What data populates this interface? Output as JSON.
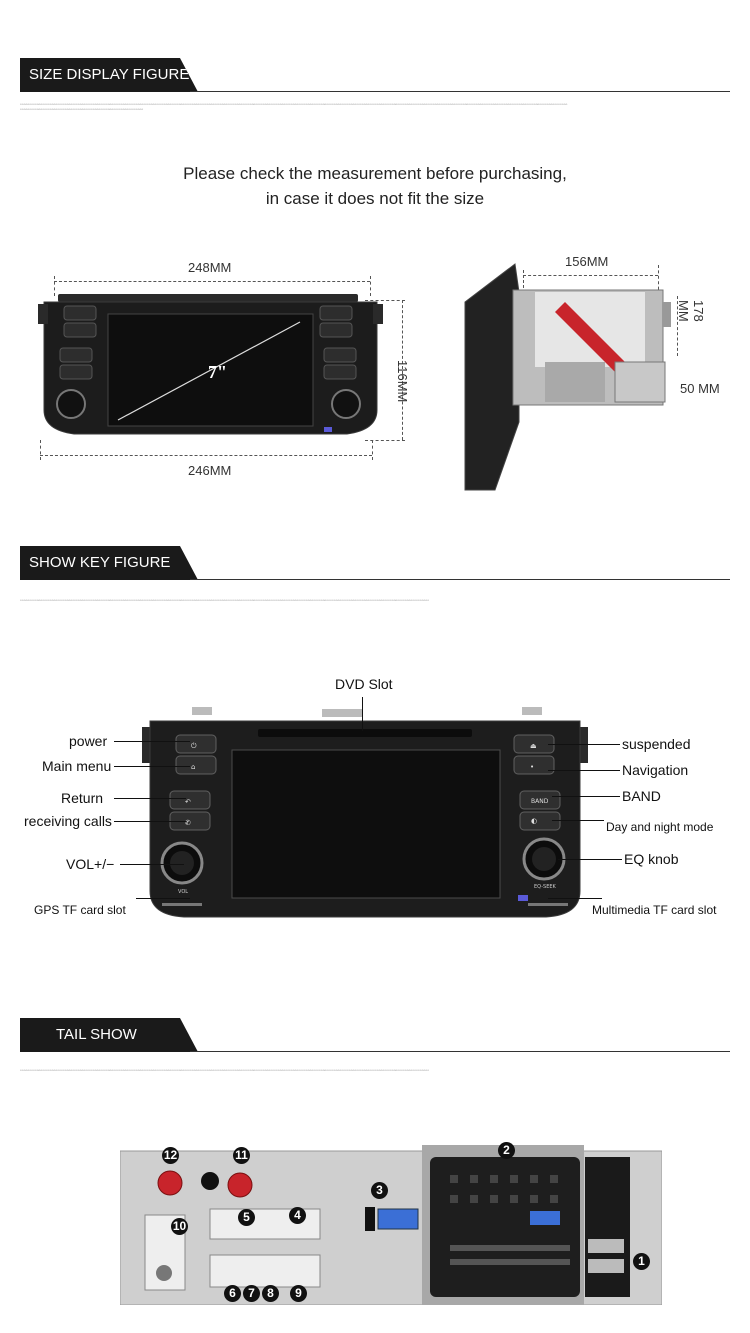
{
  "sections": {
    "size": {
      "title": "SIZE DISPLAY FIGURE"
    },
    "keys": {
      "title": "SHOW KEY FIGURE"
    },
    "tail": {
      "title": "TAIL SHOW"
    }
  },
  "size": {
    "note_line1": "Please check the measurement before purchasing,",
    "note_line2": "in case it does not fit the size",
    "top_width": "248MM",
    "bottom_width": "246MM",
    "height": "116MM",
    "screen_size": "7\"",
    "depth": "156MM",
    "side_height": "178 MM",
    "side_depth": "50 MM"
  },
  "radio": {
    "band": "BAND",
    "vol_label": "VOL",
    "eq_label": "EQ-SEEK"
  },
  "keys": {
    "dvd_slot": "DVD Slot",
    "power": "power",
    "main_menu": "Main menu",
    "return": "Return",
    "receiving_calls": "receiving calls",
    "vol": "VOL+/−",
    "gps_tf": "GPS TF card slot",
    "suspended": "suspended",
    "navigation": "Navigation",
    "band": "BAND",
    "day_night": "Day and night mode",
    "eq_knob": "EQ knob",
    "media_tf": "Multimedia TF card slot"
  },
  "tail": {
    "markers": [
      "1",
      "2",
      "3",
      "4",
      "5",
      "6",
      "7",
      "8",
      "9",
      "10",
      "11",
      "12"
    ]
  },
  "colors": {
    "header_bg": "#1a1a1a",
    "accent_red": "#c8242b",
    "connector_blue": "#3b6fd6"
  }
}
